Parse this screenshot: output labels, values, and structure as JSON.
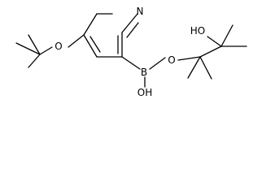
{
  "molecule": {
    "atoms": {
      "n": "N",
      "o_ether": "O",
      "b": "B",
      "oh_boron": "OH",
      "o_ester": "O",
      "ho_diol": "HO"
    }
  }
}
